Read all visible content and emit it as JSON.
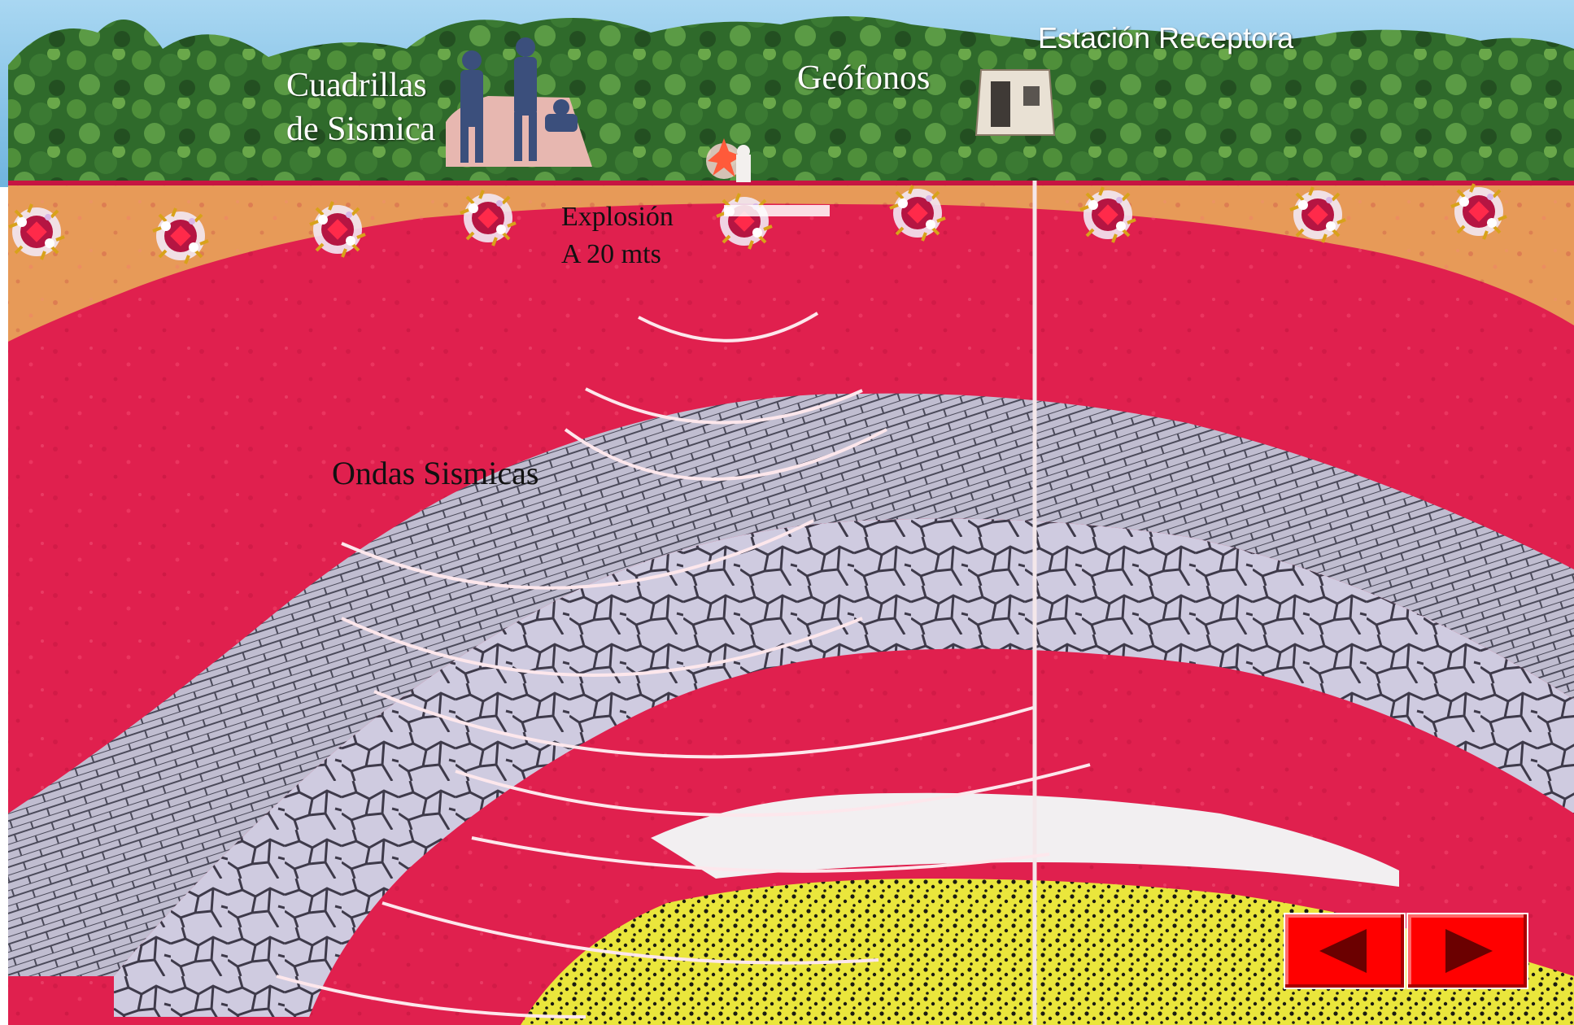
{
  "labels": {
    "crew_line1": "Cuadrillas",
    "crew_line2": "de Sismica",
    "geophones": "Geófonos",
    "station": "Estación Receptora",
    "explosion_line1": "Explosión",
    "explosion_line2": "A 20 mts",
    "waves": "Ondas Sismicas"
  },
  "colors": {
    "rock_red": "#e0204e",
    "topsoil": "#e79a58",
    "limestone": "#b5b2c6",
    "sand_yellow": "#e8e43a",
    "sky": "#8ec7ea",
    "forest": "#2e6b2a",
    "button_red": "#ff0000"
  },
  "icons": {
    "prev": "triangle-left-icon",
    "next": "triangle-right-icon",
    "charge": "explosion-charge-icon"
  }
}
